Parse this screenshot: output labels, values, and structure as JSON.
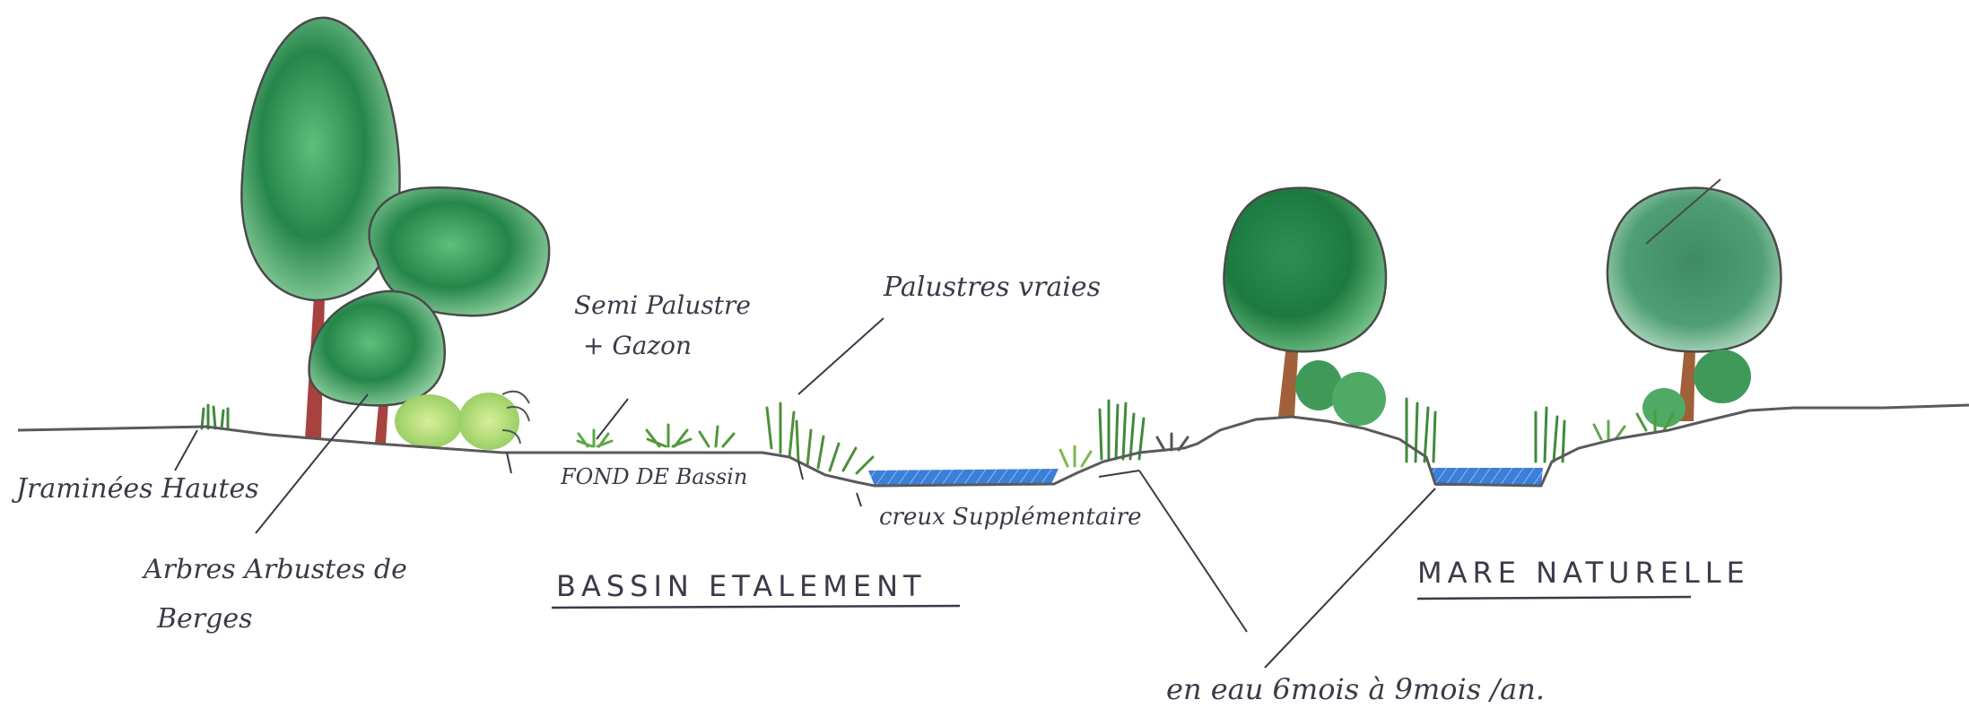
{
  "labels": {
    "graminees": "Jraminées Hautes",
    "arbres_line1": "Arbres Arbustes de",
    "arbres_line2": "Berges",
    "semi_line1": "Semi Palustre",
    "semi_line2": "+ Gazon",
    "palustres": "Palustres vraies",
    "fond": "FOND DE Bassin",
    "creux": "creux Supplémentaire",
    "bassin_title": "BASSIN ETALEMENT",
    "mare_title": "MARE NATURELLE",
    "en_eau": "en eau 6mois à 9mois /an."
  },
  "colors": {
    "tree_dark": "#1f7a3a",
    "tree_light": "#7fc48f",
    "trunk": "#a8423f",
    "trunk_brown": "#a0603a",
    "water": "#3a7fd8",
    "grass": "#4f9a3a",
    "grass_light": "#b7dc6a",
    "ink": "#3a3a48"
  }
}
